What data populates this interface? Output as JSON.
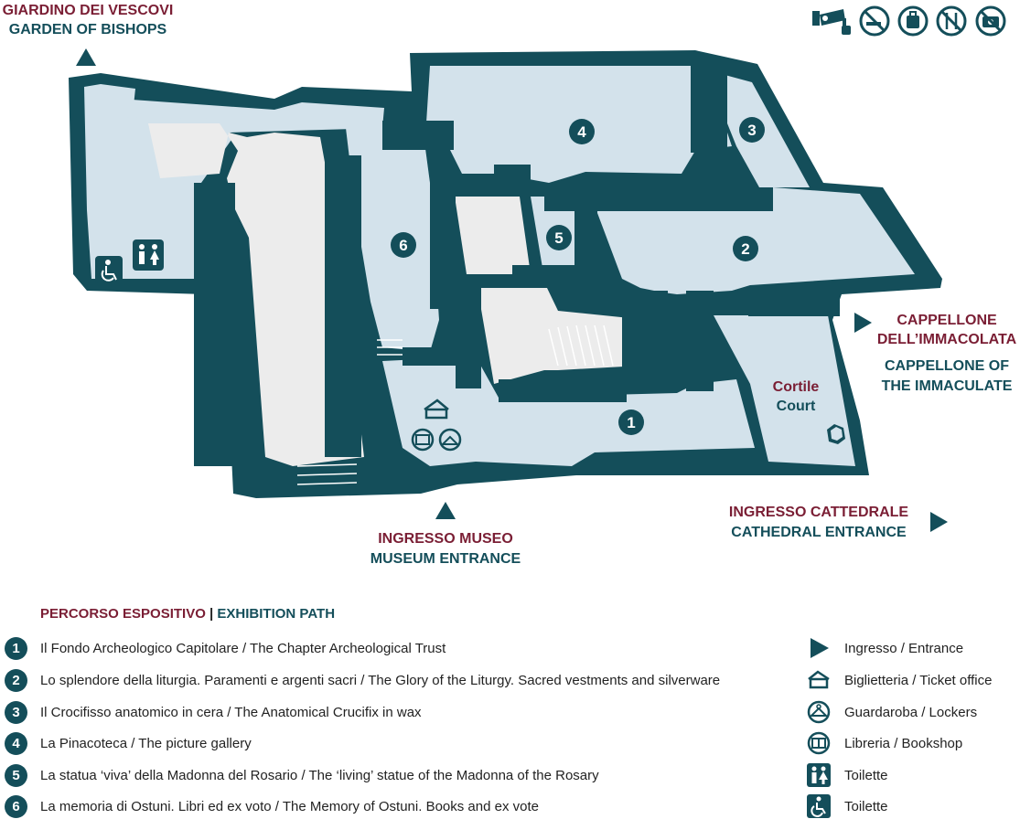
{
  "labels": {
    "garden_it": "GIARDINO DEI VESCOVI",
    "garden_en": "GARDEN OF BISHOPS",
    "cappellone_it_1": "CAPPELLONE",
    "cappellone_it_2": "DELL’IMMACOLATA",
    "cappellone_en_1": "CAPPELLONE OF",
    "cappellone_en_2": "THE IMMACULATE",
    "court_it": "Cortile",
    "court_en": "Court",
    "museum_it": "INGRESSO MUSEO",
    "museum_en": "MUSEUM ENTRANCE",
    "cathedral_it": "INGRESSO CATTEDRALE",
    "cathedral_en": "CATHEDRAL ENTRANCE"
  },
  "rooms": [
    "1",
    "2",
    "3",
    "4",
    "5",
    "6"
  ],
  "top_icons": [
    "cctv-icon",
    "no-smoking-icon",
    "no-luggage-icon",
    "no-food-icon",
    "no-photo-icon"
  ],
  "legend": {
    "title_it": "PERCORSO ESPOSITIVO",
    "separator": "|",
    "title_en": "EXHIBITION PATH",
    "path": [
      {
        "num": "1",
        "text": "Il Fondo Archeologico Capitolare / The Chapter Archeological Trust"
      },
      {
        "num": "2",
        "text": "Lo splendore della liturgia. Paramenti e argenti sacri / The Glory of the Liturgy. Sacred vestments and silverware"
      },
      {
        "num": "3",
        "text": "Il Crocifisso anatomico in cera / The Anatomical Crucifix in wax"
      },
      {
        "num": "4",
        "text": "La Pinacoteca / The picture gallery"
      },
      {
        "num": "5",
        "text": "La statua ‘viva’ della Madonna del Rosario / The ‘living’ statue of the Madonna of the Rosary"
      },
      {
        "num": "6",
        "text": "La memoria di Ostuni. Libri ed ex voto / The Memory of Ostuni. Books and ex vote"
      }
    ],
    "symbols": [
      {
        "icon": "entrance-icon",
        "text": "Ingresso / Entrance"
      },
      {
        "icon": "ticket-office-icon",
        "text": "Biglietteria / Ticket office"
      },
      {
        "icon": "cloakroom-icon",
        "text": "Guardaroba / Lockers"
      },
      {
        "icon": "bookshop-icon",
        "text": "Libreria / Bookshop"
      },
      {
        "icon": "toilet-icon",
        "text": "Toilette"
      },
      {
        "icon": "wheelchair-icon",
        "text": "Toilette"
      }
    ]
  },
  "colors": {
    "wall": "#144e5a",
    "floor": "#d3e2eb",
    "courtyard": "#ececec",
    "red": "#7a1e34"
  }
}
